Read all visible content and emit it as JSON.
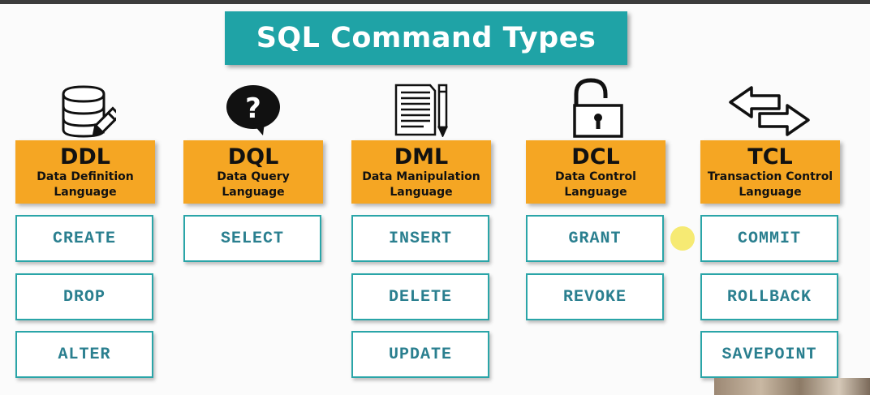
{
  "title": "SQL Command Types",
  "colors": {
    "title_bg": "#1fa3a6",
    "header_bg": "#f5a623",
    "command_border": "#2aa5a8",
    "command_text": "#2a7f8f"
  },
  "categories": [
    {
      "abbr": "DDL",
      "full": "Data Definition Language",
      "icon": "database-edit-icon",
      "commands": [
        "CREATE",
        "DROP",
        "ALTER"
      ]
    },
    {
      "abbr": "DQL",
      "full": "Data Query Language",
      "icon": "question-bubble-icon",
      "commands": [
        "SELECT"
      ]
    },
    {
      "abbr": "DML",
      "full": "Data Manipulation Language",
      "icon": "document-pencil-icon",
      "commands": [
        "INSERT",
        "DELETE",
        "UPDATE"
      ]
    },
    {
      "abbr": "DCL",
      "full": "Data Control Language",
      "icon": "open-padlock-icon",
      "commands": [
        "GRANT",
        "REVOKE"
      ]
    },
    {
      "abbr": "TCL",
      "full": "Transaction Control Language",
      "icon": "swap-arrows-icon",
      "commands": [
        "COMMIT",
        "ROLLBACK",
        "SAVEPOINT"
      ]
    }
  ]
}
